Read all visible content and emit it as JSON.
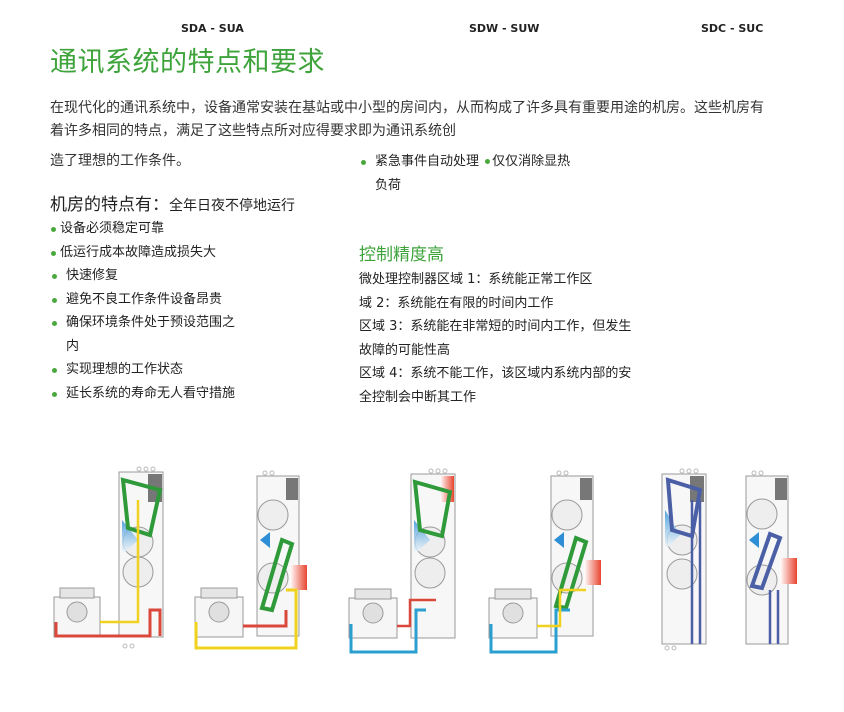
{
  "models": [
    "SDA - SUA",
    "SDW - SUW",
    "SDC - SUC"
  ],
  "title": "通讯系统的特点和要求",
  "intro": "在现代化的通讯系统中，设备通常安装在基站或中小型的房间内，从而构成了许多具有重要用途的机房。这些机房有着许多相同的特点，满足了这些特点所对应得要求即为通讯系统创",
  "intro_cont": "造了理想的工作条件。",
  "features": {
    "heading": "机房的特点有：",
    "subheading": "全年日夜不停地运行",
    "items": [
      "设备必须稳定可靠",
      "低运行成本故障造成损失大",
      "快速修复",
      "避免不良工作条件设备昂贵",
      "确保环境条件处于预设范围之",
      "内",
      "实现理想的工作状态",
      "延长系统的寿命无人看守措施"
    ]
  },
  "right_top": {
    "item1": "紧急事件自动处理",
    "item2": "仅仅消除显热",
    "item2_cont": "负荷"
  },
  "control": {
    "heading": "控制精度高",
    "lines": [
      "微处理控制器区域 1：系统能正常工作区",
      "域 2：系统能在有限的时间内工作",
      "区域 3：系统能在非常短的时间内工作，但发生",
      "故障的可能性高",
      "区域 4：系统不能工作，该区域内系统内部的安",
      "全控制会中断其工作"
    ]
  },
  "colors": {
    "accent_green": "#3da33a",
    "coil_green": "#2e9a3a",
    "pipe_red": "#d9483b",
    "pipe_yellow": "#f0d21e",
    "pipe_blue": "#2a9fd0",
    "coil_navy": "#4a5fa6"
  }
}
